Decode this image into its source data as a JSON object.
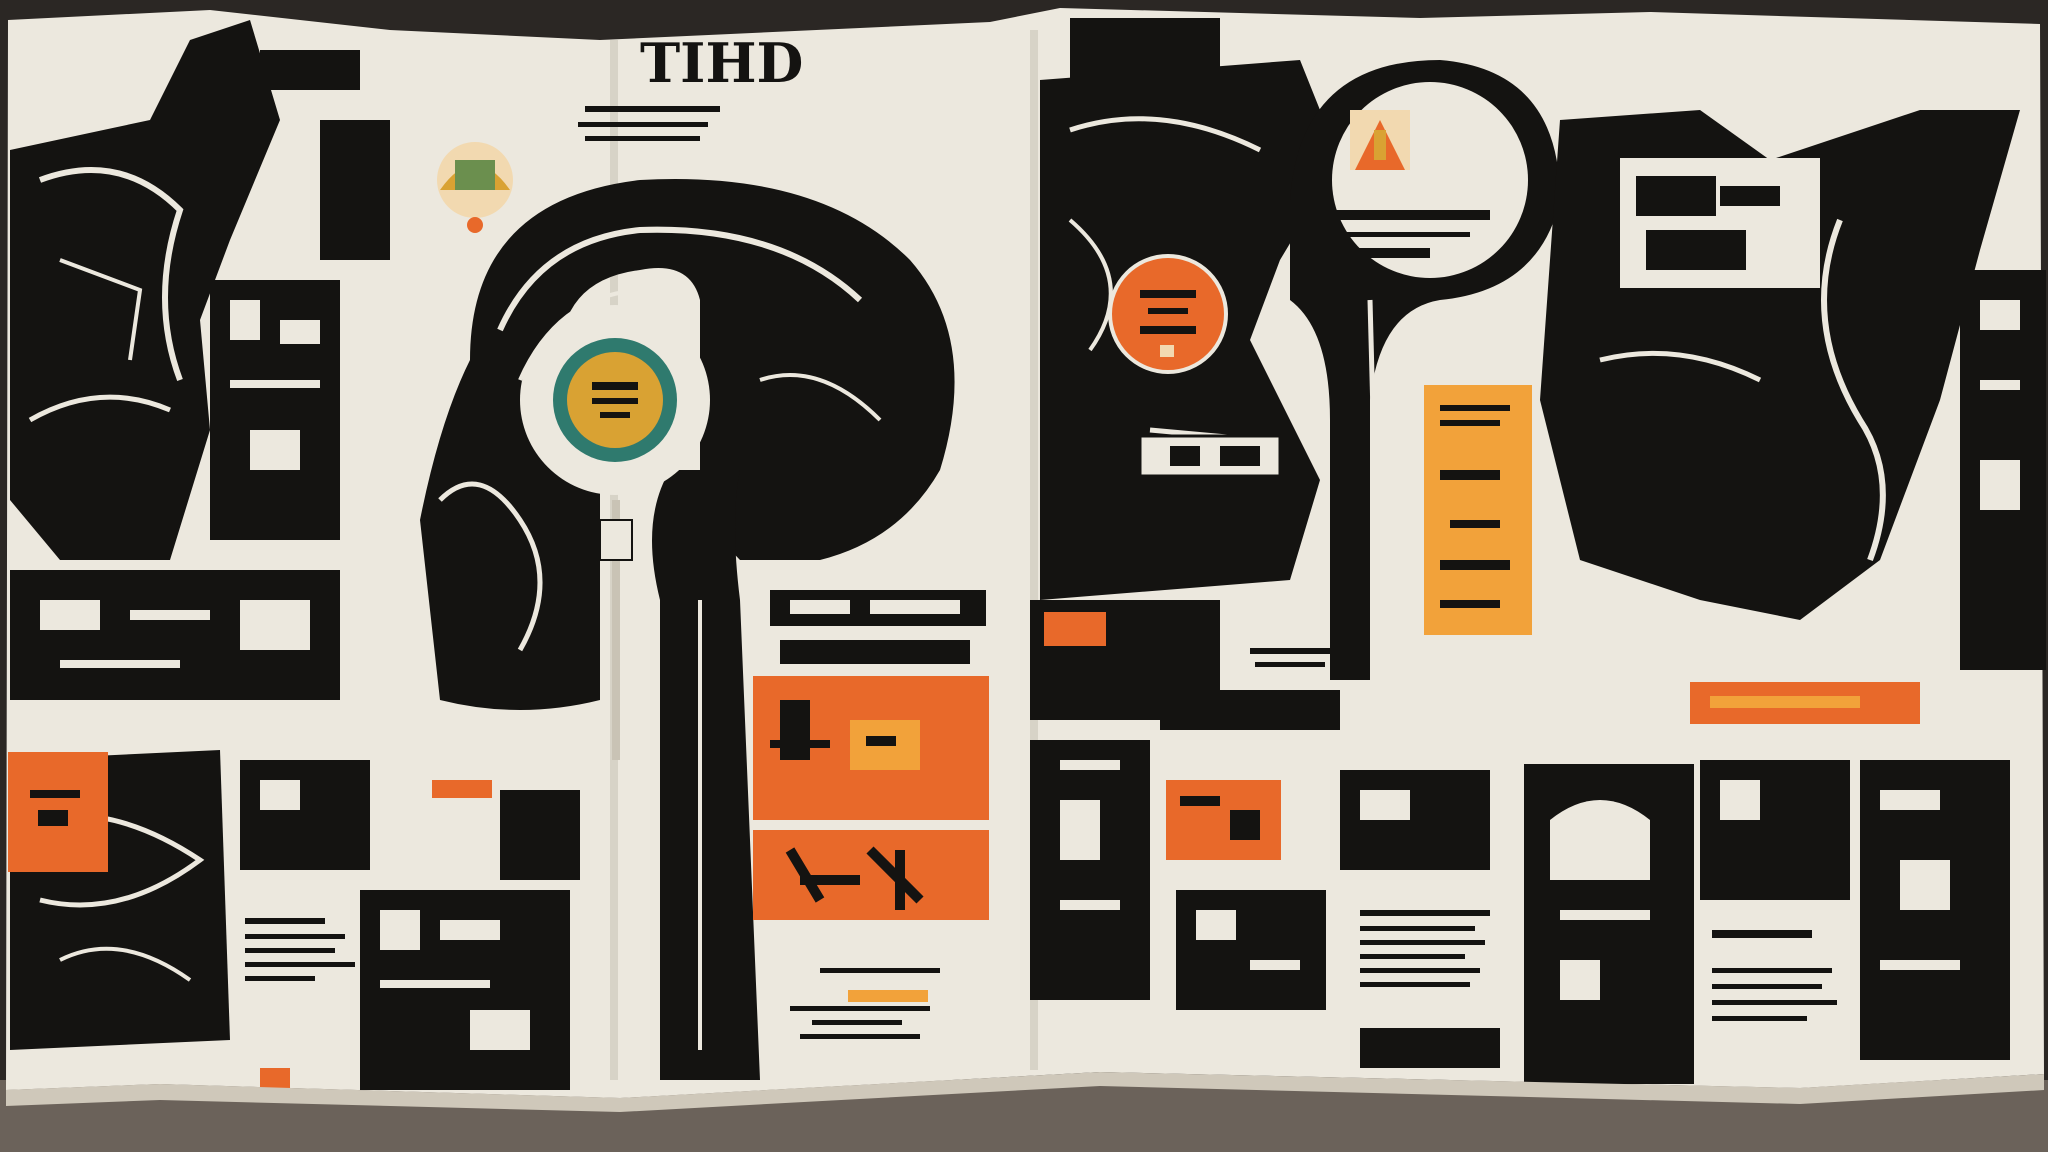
{
  "map": {
    "title": "TIHD",
    "colors": {
      "paper": "#ece8de",
      "ink": "#141311",
      "accent_orange": "#e8692a",
      "accent_amber": "#f2a23a",
      "accent_teal": "#2f7a6e",
      "accent_gold": "#d9a233",
      "frame": "#2b2724"
    },
    "icons": [
      "medallion-left",
      "medallion-center",
      "emblem-orange-seal",
      "illustration-top-left",
      "illustration-top-center"
    ]
  }
}
